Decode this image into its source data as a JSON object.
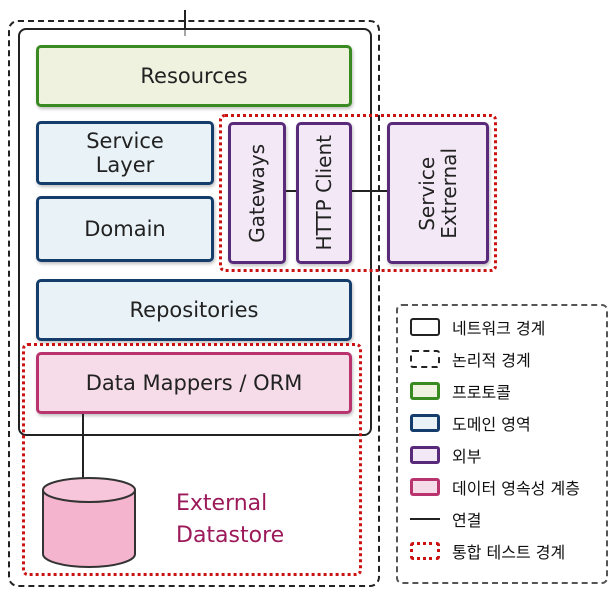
{
  "blocks": {
    "resources": "Resources",
    "service_layer_1": "Service",
    "service_layer_2": "Layer",
    "domain": "Domain",
    "gateways": "Gateways",
    "http_client": "HTTP Client",
    "external_service_1": "Extrernal",
    "external_service_2": "Service",
    "repositories": "Repositories",
    "data_mappers": "Data Mappers / ORM",
    "datastore_1": "External",
    "datastore_2": "Datastore"
  },
  "legend": [
    {
      "label": "네트워크 경계",
      "style": "solid-border"
    },
    {
      "label": "논리적 경계",
      "style": "dashed-border"
    },
    {
      "label": "프로토콜",
      "style": "green"
    },
    {
      "label": "도메인 영역",
      "style": "blue"
    },
    {
      "label": "외부",
      "style": "purple"
    },
    {
      "label": "데이터 영속성 계층",
      "style": "pink"
    },
    {
      "label": "연결",
      "style": "line"
    },
    {
      "label": "통합 테스트 경계",
      "style": "dotted-red"
    }
  ],
  "colors": {
    "protocol": "#3a8a22",
    "domain": "#143d6b",
    "external": "#5a2a7a",
    "persistence": "#b9336f",
    "integration_test_boundary": "#cc1111",
    "datastore_text": "#9c1a5a"
  }
}
